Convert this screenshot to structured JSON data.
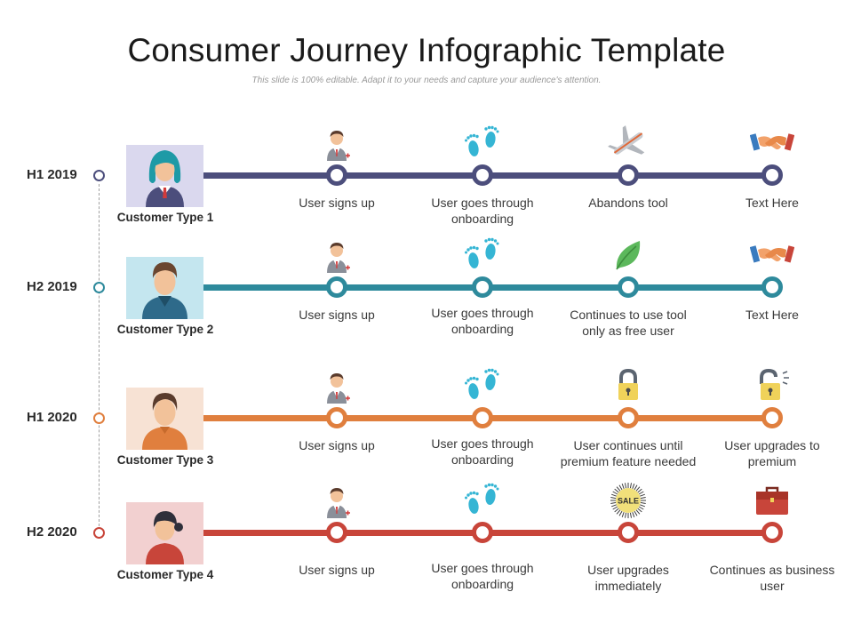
{
  "title": "Consumer Journey Infographic Template",
  "subtitle": "This slide is 100% editable. Adapt it to your needs and capture your audience's attention.",
  "colors": {
    "row1": "#4c4e7c",
    "row2": "#2e8a9c",
    "row3": "#e07f3e",
    "row4": "#c8453a"
  },
  "rows": [
    {
      "period": "H1 2019",
      "customer": "Customer Type 1",
      "avatar": "female-avatar-icon",
      "steps": [
        {
          "label": "User signs up",
          "icon": "businessman-icon"
        },
        {
          "label": "User goes through onboarding",
          "icon": "footprints-icon"
        },
        {
          "label": "Abandons tool",
          "icon": "airplane-icon"
        },
        {
          "label": "Text Here",
          "icon": "handshake-icon"
        }
      ]
    },
    {
      "period": "H2 2019",
      "customer": "Customer Type 2",
      "avatar": "male-avatar-icon",
      "steps": [
        {
          "label": "User signs up",
          "icon": "businessman-icon"
        },
        {
          "label": "User goes through onboarding",
          "icon": "footprints-icon"
        },
        {
          "label": "Continues to use tool only as free user",
          "icon": "leaf-icon"
        },
        {
          "label": "Text Here",
          "icon": "handshake-icon"
        }
      ]
    },
    {
      "period": "H1 2020",
      "customer": "Customer Type 3",
      "avatar": "male-avatar-icon",
      "steps": [
        {
          "label": "User signs up",
          "icon": "businessman-icon"
        },
        {
          "label": "User goes through onboarding",
          "icon": "footprints-icon"
        },
        {
          "label": "User continues until premium feature needed",
          "icon": "padlock-closed-icon"
        },
        {
          "label": "User upgrades to premium",
          "icon": "padlock-open-icon"
        }
      ]
    },
    {
      "period": "H2 2020",
      "customer": "Customer Type 4",
      "avatar": "female-avatar-icon",
      "steps": [
        {
          "label": "User signs up",
          "icon": "businessman-icon"
        },
        {
          "label": "User goes through onboarding",
          "icon": "footprints-icon"
        },
        {
          "label": "User upgrades immediately",
          "icon": "sale-badge-icon"
        },
        {
          "label": "Continues as business user",
          "icon": "briefcase-icon"
        }
      ]
    }
  ],
  "sale_badge_text": "SALE"
}
